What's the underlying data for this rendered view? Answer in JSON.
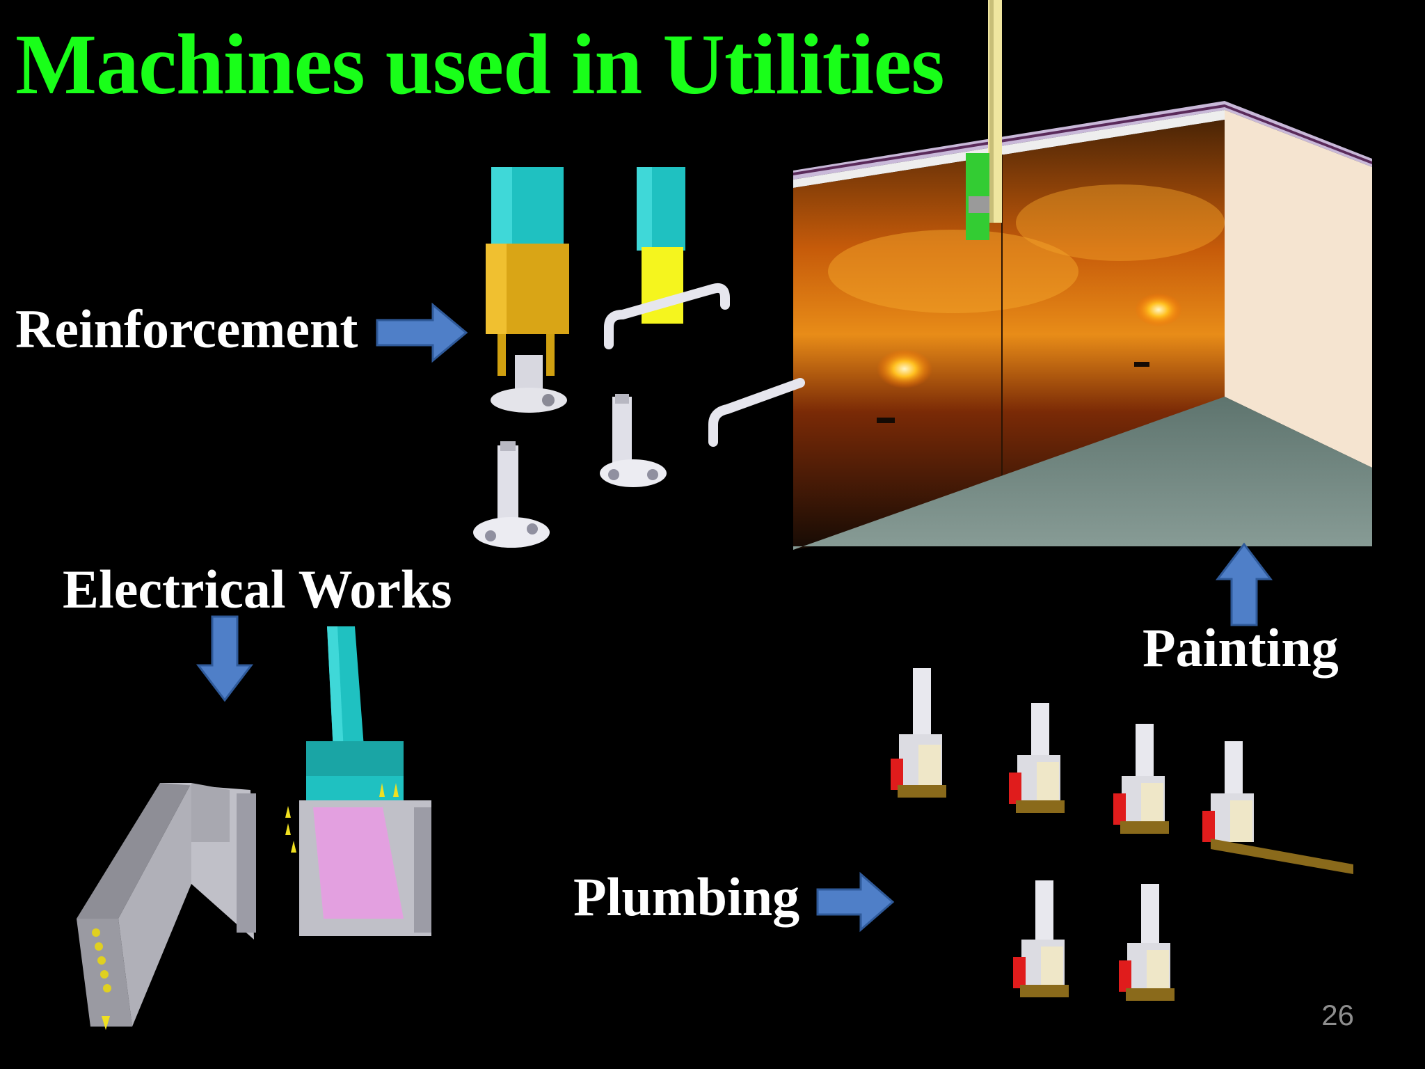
{
  "slide": {
    "title": "Machines used in Utilities",
    "page_number": "26"
  },
  "labels": {
    "reinforcement": "Reinforcement",
    "electrical": "Electrical Works",
    "painting": "Painting",
    "plumbing": "Plumbing"
  },
  "colors": {
    "title": "#19ff19",
    "label": "#ffffff",
    "arrow": "#4f7fc8",
    "machine_teal": "#1fc1c1",
    "machine_gold": "#d9a516",
    "machine_yellow": "#f5f51e",
    "wall_beige": "#f5e4d0",
    "floor_grey": "#6f8a84",
    "electrical_grey": "#a6a6ad",
    "electrical_pink": "#e3a0e0",
    "plumbing_red": "#e01c1c",
    "plumbing_brass": "#8a6a1b"
  },
  "icons": [
    "arrow-right-icon",
    "arrow-down-icon",
    "arrow-up-icon"
  ]
}
